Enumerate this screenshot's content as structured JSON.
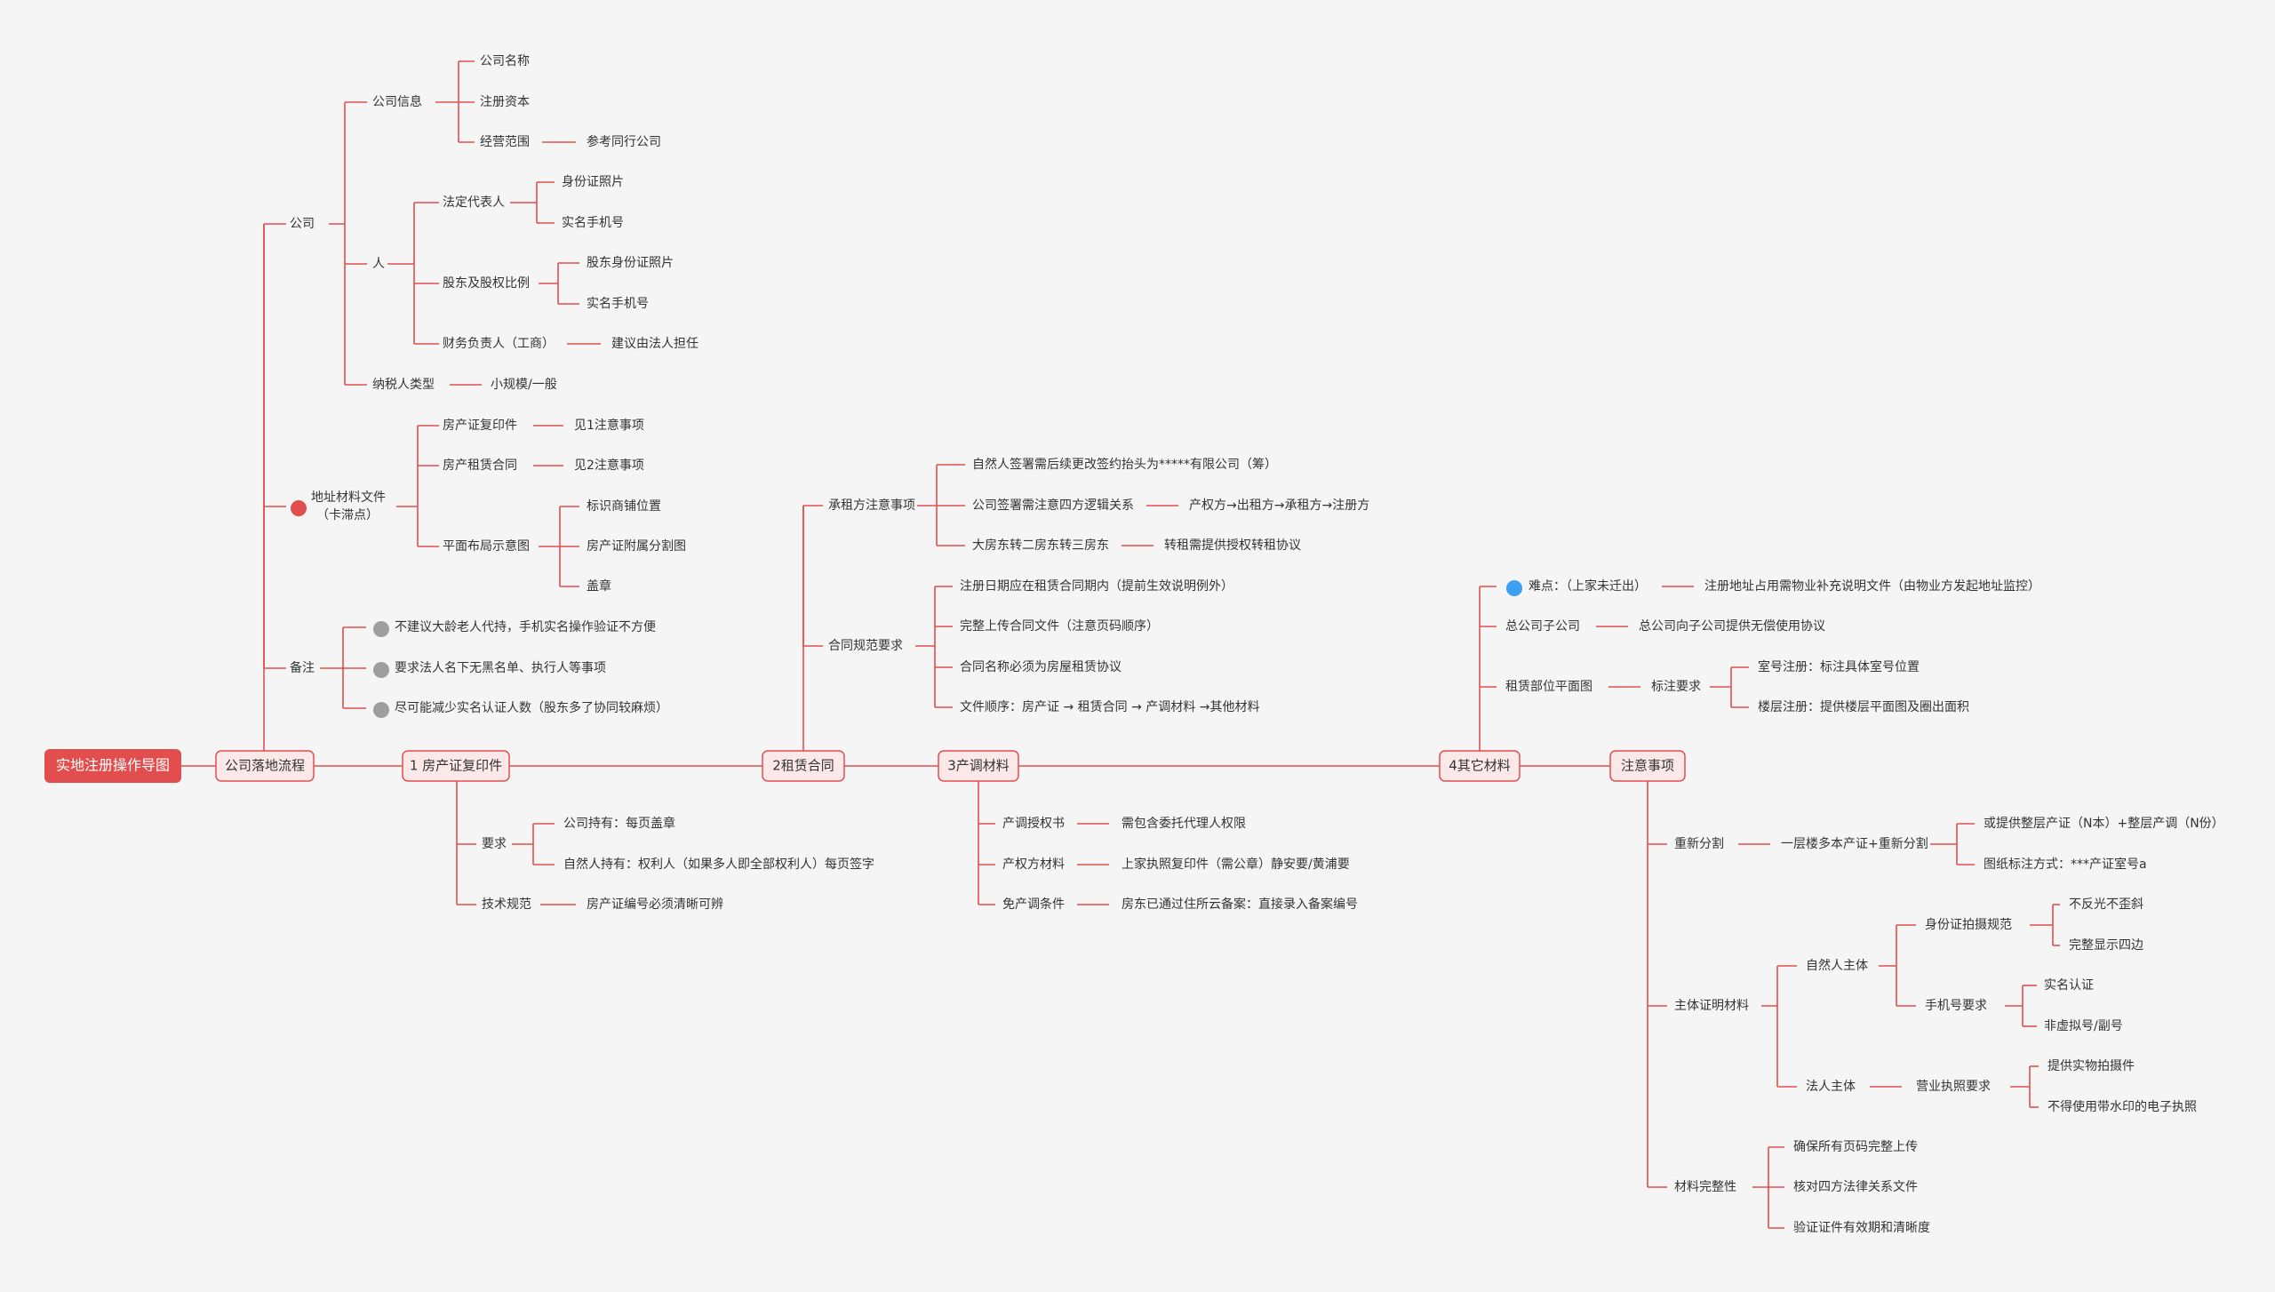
{
  "colors": {
    "accent": "#e24e4e",
    "main_fill": "#fce8e8",
    "background": "#f5f5f5",
    "marker_red": "#e24e4e",
    "marker_gray": "#9e9e9e",
    "marker_blue": "#3da0f2"
  },
  "root": {
    "label": "实地注册操作导图"
  },
  "main_branches": {
    "flow": "公司落地流程",
    "deed": "1 房产证复印件",
    "lease": "2租赁合同",
    "survey": "3产调材料",
    "other": "4其它材料",
    "notes": "注意事项"
  },
  "flow": {
    "company": "公司",
    "company_info": "公司信息",
    "company_name": "公司名称",
    "reg_capital": "注册资本",
    "biz_scope": "经营范围",
    "ref_peer": "参考同行公司",
    "person": "人",
    "legal_rep": "法定代表人",
    "id_photo": "身份证照片",
    "realname_phone": "实名手机号",
    "shareholders": "股东及股权比例",
    "sh_id_photo": "股东身份证照片",
    "sh_phone": "实名手机号",
    "finance": "财务负责人（工商）",
    "finance_note": "建议由法人担任",
    "taxpayer": "纳税人类型",
    "taxpayer_val": "小规模/一般",
    "address": "地址材料文件",
    "address_sub": "（卡滞点）",
    "deed_copy": "房产证复印件",
    "deed_see": "见1注意事项",
    "lease_contract": "房产租赁合同",
    "lease_see": "见2注意事项",
    "floorplan": "平面布局示意图",
    "mark_shop": "标识商铺位置",
    "deed_split": "房产证附属分割图",
    "stamp": "盖章",
    "remarks": "备注",
    "remark1": "不建议大龄老人代持，手机实名操作验证不方便",
    "remark2": "要求法人名下无黑名单、执行人等事项",
    "remark3": "尽可能减少实名认证人数（股东多了协同较麻烦）"
  },
  "deed": {
    "req": "要求",
    "company_hold": "公司持有：每页盖章",
    "person_hold": "自然人持有：权利人（如果多人即全部权利人）每页签字",
    "tech": "技术规范",
    "tech_val": "房产证编号必须清晰可辨"
  },
  "lease": {
    "lessee": "承租方注意事项",
    "l1": "自然人签署需后续更改签约抬头为*****有限公司（筹）",
    "l2": "公司签署需注意四方逻辑关系",
    "l2a": "产权方→出租方→承租方→注册方",
    "l3": "大房东转二房东转三房东",
    "l3a": "转租需提供授权转租协议",
    "spec": "合同规范要求",
    "s1": "注册日期应在租赁合同期内（提前生效说明例外）",
    "s2": "完整上传合同文件（注意页码顺序）",
    "s3": "合同名称必须为房屋租赁协议",
    "s4": "文件顺序：房产证 → 租赁合同 → 产调材料 →其他材料"
  },
  "survey": {
    "auth": "产调授权书",
    "auth_val": "需包含委托代理人权限",
    "owner": "产权方材料",
    "owner_val": "上家执照复印件（需公章）静安要/黄浦要",
    "exempt": "免产调条件",
    "exempt_val": "房东已通过住所云备案：直接录入备案编号"
  },
  "other": {
    "difficulty": "难点：（上家未迁出）",
    "difficulty_val": "注册地址占用需物业补充说明文件（由物业方发起地址监控）",
    "parent": "总公司子公司",
    "parent_val": "总公司向子公司提供无偿使用协议",
    "lease_plan": "租赁部位平面图",
    "mark_req": "标注要求",
    "room_reg": "室号注册：标注具体室号位置",
    "floor_reg": "楼层注册：提供楼层平面图及圈出面积"
  },
  "notes": {
    "resplit": "重新分割",
    "resplit_val": "一层楼多本产证+重新分割",
    "rs1": "或提供整层产证（N本）+整层产调（N份）",
    "rs2": "图纸标注方式：***产证室号a",
    "subject": "主体证明材料",
    "natural": "自然人主体",
    "id_rule": "身份证拍摄规范",
    "id_r1": "不反光不歪斜",
    "id_r2": "完整显示四边",
    "phone_rule": "手机号要求",
    "ph_r1": "实名认证",
    "ph_r2": "非虚拟号/副号",
    "legal": "法人主体",
    "license_rule": "营业执照要求",
    "lic_r1": "提供实物拍摄件",
    "lic_r2": "不得使用带水印的电子执照",
    "integrity": "材料完整性",
    "int1": "确保所有页码完整上传",
    "int2": "核对四方法律关系文件",
    "int3": "验证证件有效期和清晰度"
  }
}
